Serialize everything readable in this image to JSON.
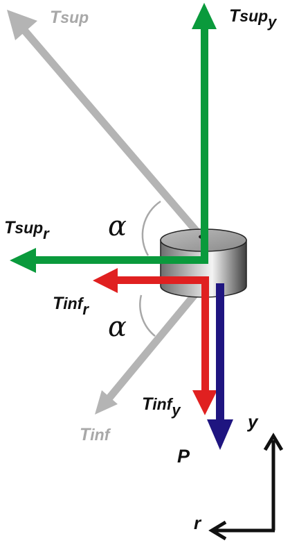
{
  "labels": {
    "t_sup": {
      "main": "T",
      "sub": "sup",
      "color": "#a8a8a8"
    },
    "t_sup_y": {
      "main": "T",
      "sub": "sup",
      "subsub": "y",
      "color": "#111111"
    },
    "t_sup_r": {
      "main": "T",
      "sub": "sup",
      "subsub": "r",
      "color": "#111111"
    },
    "t_inf_r": {
      "main": "T",
      "sub": "inf",
      "subsub": "r",
      "color": "#111111"
    },
    "t_inf_y": {
      "main": "T",
      "sub": "inf",
      "subsub": "y",
      "color": "#111111"
    },
    "t_inf": {
      "main": "T",
      "sub": "inf",
      "color": "#a8a8a8"
    },
    "p": {
      "main": "P",
      "color": "#111111"
    },
    "alpha_upper": "α",
    "alpha_lower": "α",
    "axis_y": "y",
    "axis_r": "r"
  },
  "colors": {
    "green": "#0a9a3c",
    "red": "#e02020",
    "navy": "#1f1580",
    "gray": "#b4b4b4",
    "black": "#111111"
  }
}
